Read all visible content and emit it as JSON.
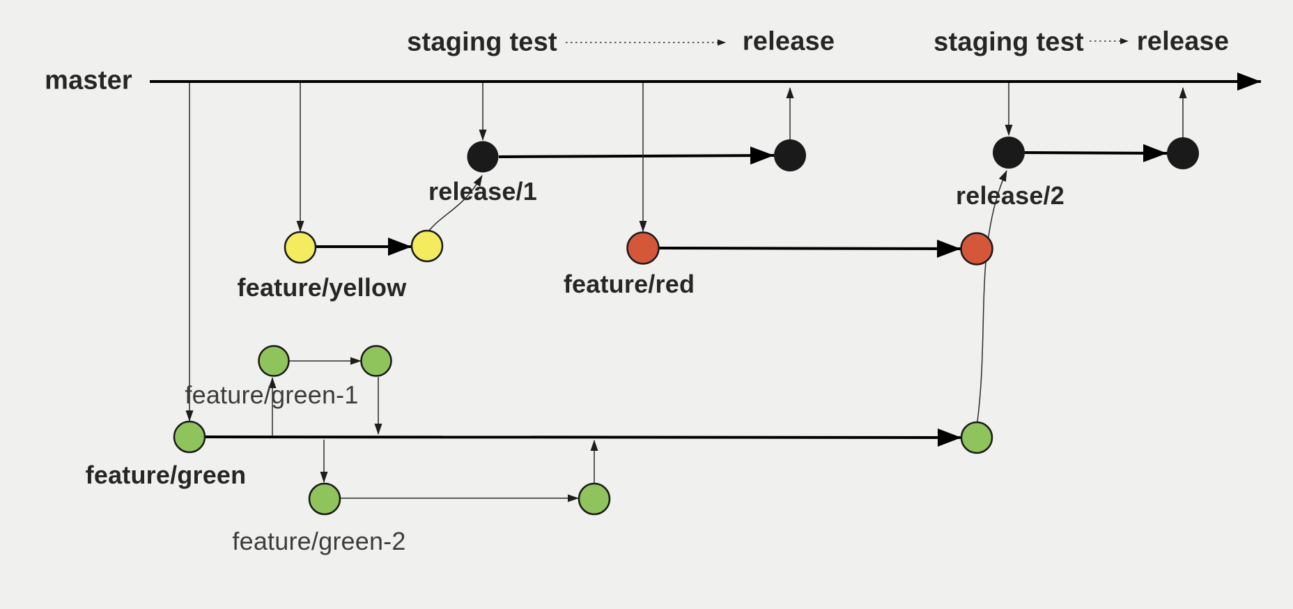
{
  "diagram": {
    "background": "#f0f0ef",
    "colors": {
      "line": "#000000",
      "commit_black": "#1a1a1a",
      "yellow": "#f4ec5e",
      "red": "#d5573a",
      "green": "#8ec45b",
      "label_text": "#262626",
      "sublabel_text": "#3c3c3c"
    },
    "labels": {
      "master": "master",
      "staging_test_1": "staging test",
      "release_top_1": "release",
      "staging_test_2": "staging test",
      "release_top_2": "release",
      "release_1": "release/1",
      "release_2": "release/2",
      "feature_yellow": "feature/yellow",
      "feature_red": "feature/red",
      "feature_green": "feature/green",
      "feature_green_1": "feature/green-1",
      "feature_green_2": "feature/green-2"
    },
    "branches": [
      {
        "name": "master",
        "type": "mainline"
      },
      {
        "name": "release/1",
        "color": "black",
        "commits": 2,
        "branched_from": "master",
        "merged_into": "master"
      },
      {
        "name": "release/2",
        "color": "black",
        "commits": 2,
        "branched_from": "master",
        "merged_into": "master"
      },
      {
        "name": "feature/yellow",
        "color": "yellow",
        "commits": 2,
        "branched_from": "master",
        "merged_into": "release/1"
      },
      {
        "name": "feature/red",
        "color": "red",
        "commits": 2,
        "branched_from": "master",
        "merged_into": "release/2"
      },
      {
        "name": "feature/green",
        "color": "green",
        "commits": 2,
        "branched_from": "master",
        "merged_into": "release/2"
      },
      {
        "name": "feature/green-1",
        "color": "green",
        "commits": 2,
        "branched_from": "feature/green",
        "merged_into": "feature/green"
      },
      {
        "name": "feature/green-2",
        "color": "green",
        "commits": 2,
        "branched_from": "feature/green",
        "merged_into": "feature/green"
      }
    ],
    "flow_annotations": [
      {
        "from": "staging test",
        "to": "release"
      },
      {
        "from": "staging test",
        "to": "release"
      }
    ]
  }
}
